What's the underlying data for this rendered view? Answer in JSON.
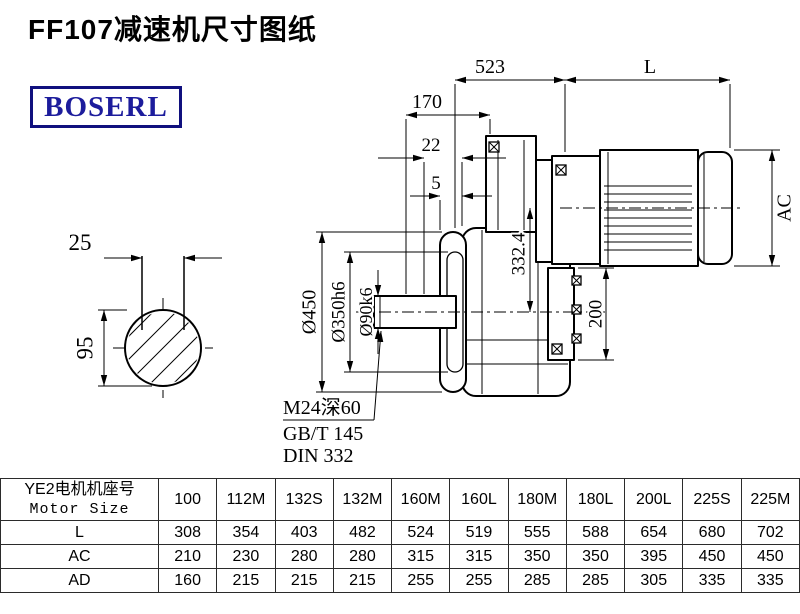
{
  "page": {
    "title": "FF107减速机尺寸图纸",
    "brand": "BOSERL"
  },
  "drawing": {
    "dim_523": "523",
    "dim_L": "L",
    "dim_170": "170",
    "dim_22": "22",
    "dim_5": "5",
    "dim_AC": "AC",
    "dim_25": "25",
    "dim_95": "95",
    "dim_d450": "Ø450",
    "dim_d350": "Ø350h6",
    "dim_d90": "Ø90k6",
    "dim_332": "332.4",
    "dim_200": "200",
    "note_thread": "M24深60",
    "note_gb": "GB/T 145",
    "note_din": "DIN 332"
  },
  "table": {
    "header_line1": "YE2电机机座号",
    "header_line2": "Motor Size",
    "columns": [
      "100",
      "112M",
      "132S",
      "132M",
      "160M",
      "160L",
      "180M",
      "180L",
      "200L",
      "225S",
      "225M"
    ],
    "rows": [
      {
        "label": "L",
        "values": [
          "308",
          "354",
          "403",
          "482",
          "524",
          "519",
          "555",
          "588",
          "654",
          "680",
          "702"
        ]
      },
      {
        "label": "AC",
        "values": [
          "210",
          "230",
          "280",
          "280",
          "315",
          "315",
          "350",
          "350",
          "395",
          "450",
          "450"
        ]
      },
      {
        "label": "AD",
        "values": [
          "160",
          "215",
          "215",
          "215",
          "255",
          "255",
          "285",
          "285",
          "305",
          "335",
          "335"
        ]
      }
    ]
  }
}
